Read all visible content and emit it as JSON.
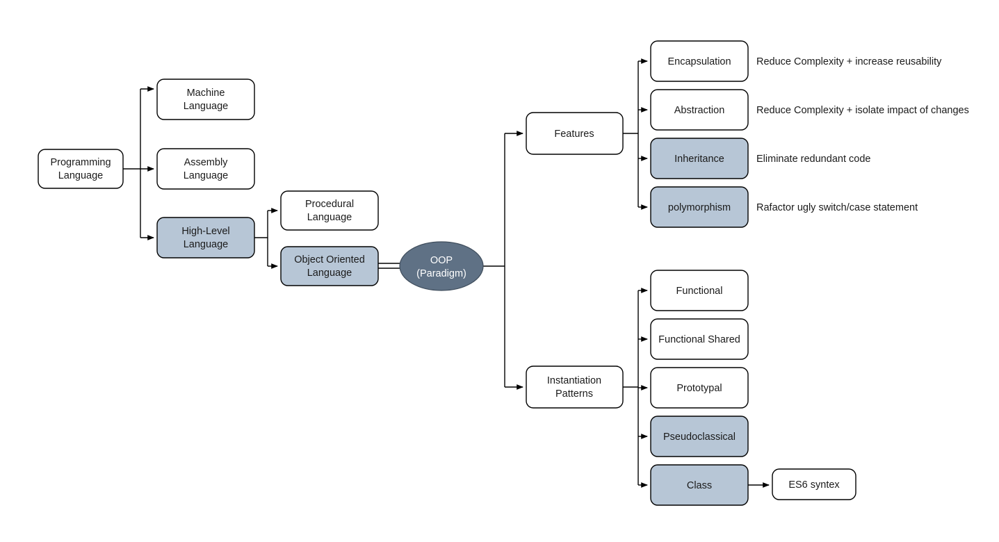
{
  "diagram": {
    "title": "Programming Language / OOP concept map",
    "colors": {
      "shaded_fill": "#b7c6d6",
      "plain_fill": "#ffffff",
      "ellipse_fill": "#5f7185",
      "stroke": "#000000",
      "text": "#1a1a1a",
      "text_on_dark": "#ffffff",
      "background": "#ffffff"
    },
    "nodes": {
      "programming_language": {
        "label_line1": "Programming",
        "label_line2": "Language",
        "style": "plain"
      },
      "machine_language": {
        "label_line1": "Machine",
        "label_line2": "Language",
        "style": "plain"
      },
      "assembly_language": {
        "label_line1": "Assembly",
        "label_line2": "Language",
        "style": "plain"
      },
      "high_level_language": {
        "label_line1": "High-Level",
        "label_line2": "Language",
        "style": "shaded"
      },
      "procedural_language": {
        "label_line1": "Procedural",
        "label_line2": "Language",
        "style": "plain"
      },
      "object_oriented_language": {
        "label_line1": "Object Oriented",
        "label_line2": "Language",
        "style": "shaded"
      },
      "oop_paradigm": {
        "label_line1": "OOP",
        "label_line2": "(Paradigm)",
        "style": "ellipse"
      },
      "features": {
        "label_line1": "Features",
        "style": "plain"
      },
      "instantiation_patterns": {
        "label_line1": "Instantiation",
        "label_line2": "Patterns",
        "style": "plain"
      },
      "encapsulation": {
        "label_line1": "Encapsulation",
        "style": "plain"
      },
      "abstraction": {
        "label_line1": "Abstraction",
        "style": "plain"
      },
      "inheritance": {
        "label_line1": "Inheritance",
        "style": "shaded"
      },
      "polymorphism": {
        "label_line1": "polymorphism",
        "style": "shaded"
      },
      "functional": {
        "label_line1": "Functional",
        "style": "plain"
      },
      "functional_shared": {
        "label_line1": "Functional Shared",
        "style": "plain"
      },
      "prototypal": {
        "label_line1": "Prototypal",
        "style": "plain"
      },
      "pseudoclassical": {
        "label_line1": "Pseudoclassical",
        "style": "shaded"
      },
      "class": {
        "label_line1": "Class",
        "style": "shaded"
      },
      "es6_syntex": {
        "label_line1": "ES6 syntex",
        "style": "plain"
      }
    },
    "annotations": {
      "encapsulation_note": "Reduce Complexity + increase reusability",
      "abstraction_note": "Reduce Complexity + isolate impact of changes",
      "inheritance_note": "Eliminate redundant code",
      "polymorphism_note": "Rafactor ugly switch/case statement"
    }
  }
}
